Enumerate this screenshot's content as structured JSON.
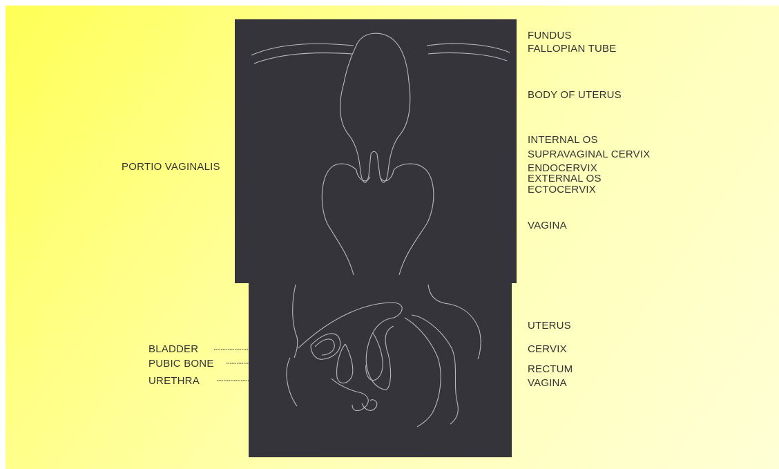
{
  "colors": {
    "background_gradient_start": "#ffff55",
    "background_gradient_end": "#ffffd6",
    "panel": "#35343a",
    "outline": "#b9b9bc",
    "label_text": "#333333"
  },
  "top_diagram": {
    "labels": {
      "fundus": "FUNDUS",
      "fallopian_tube": "FALLOPIAN TUBE",
      "body_of_uterus": "BODY OF UTERUS",
      "internal_os": "INTERNAL OS",
      "supravaginal_cervix": "SUPRAVAGINAL CERVIX",
      "endocervix": "ENDOCERVIX",
      "external_os": "EXTERNAL OS",
      "ectocervix": "ECTOCERVIX",
      "vagina": "VAGINA",
      "portio_vaginalis": "PORTIO VAGINALIS"
    }
  },
  "bottom_diagram": {
    "labels": {
      "bladder": "BLADDER",
      "pubic_bone": "PUBIC BONE",
      "urethra": "URETHRA",
      "uterus": "UTERUS",
      "cervix": "CERVIX",
      "rectum": "RECTUM",
      "vagina": "VAGINA"
    }
  }
}
